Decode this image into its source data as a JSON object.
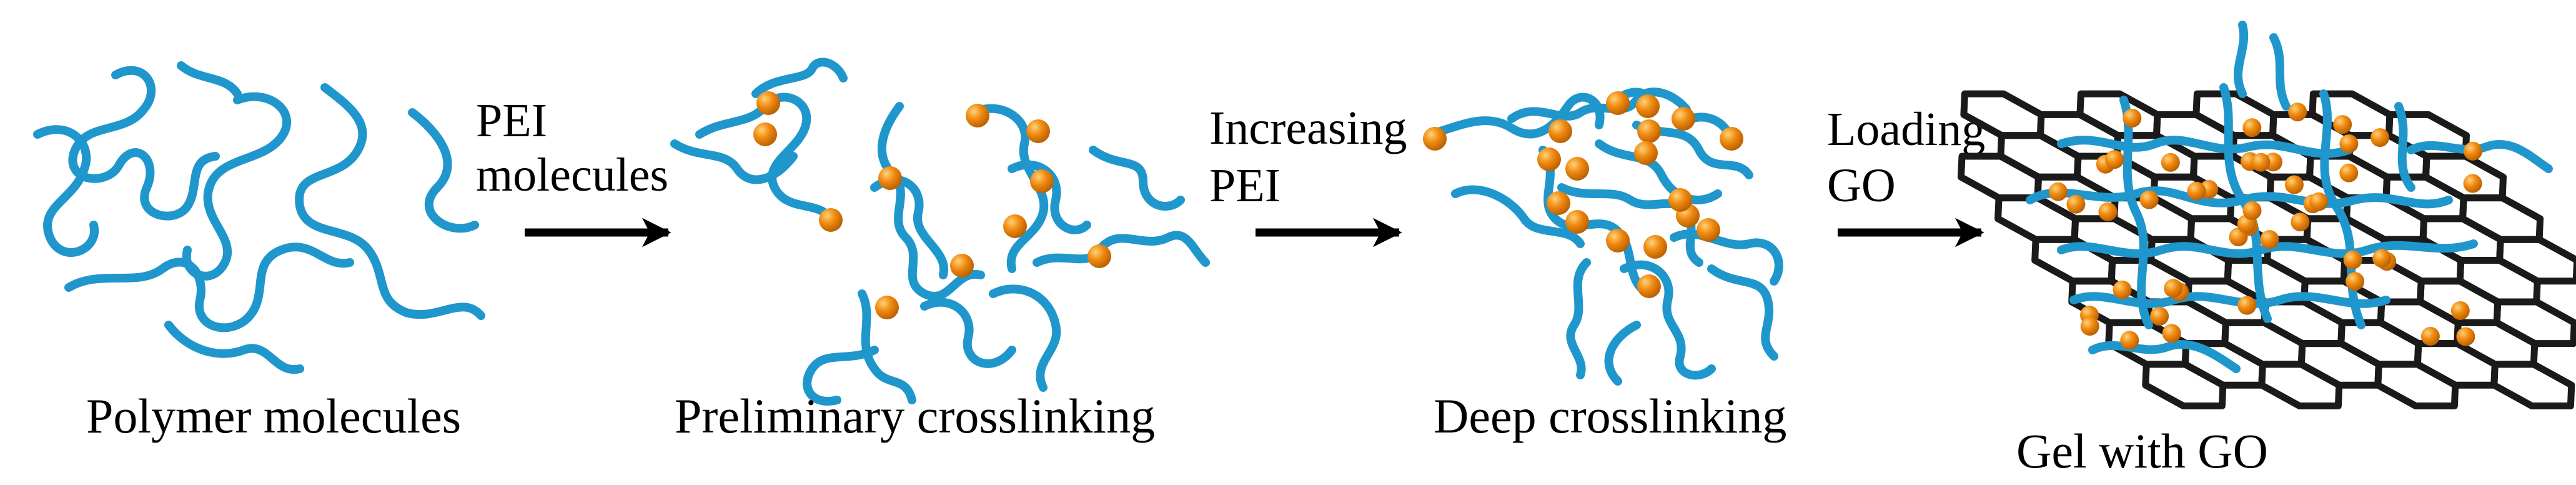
{
  "colors": {
    "polymer_chain": "#1f97cc",
    "polymer_chain_highlight": "#6cc3ea",
    "pei_bead": "#f08a10",
    "pei_bead_highlight": "#ffd27a",
    "graphene_oxide_lattice": "#1a1a1a",
    "arrow": "#000000",
    "text": "#000000"
  },
  "stages": [
    {
      "caption": "Polymer molecules"
    },
    {
      "caption": "Preliminary crosslinking"
    },
    {
      "caption": "Deep crosslinking"
    },
    {
      "caption": "Gel with GO"
    }
  ],
  "arrows": [
    {
      "line1": "PEI",
      "line2": "molecules"
    },
    {
      "line1": "Increasing",
      "line2": "PEI"
    },
    {
      "line1": "Loading",
      "line2": "GO"
    }
  ]
}
